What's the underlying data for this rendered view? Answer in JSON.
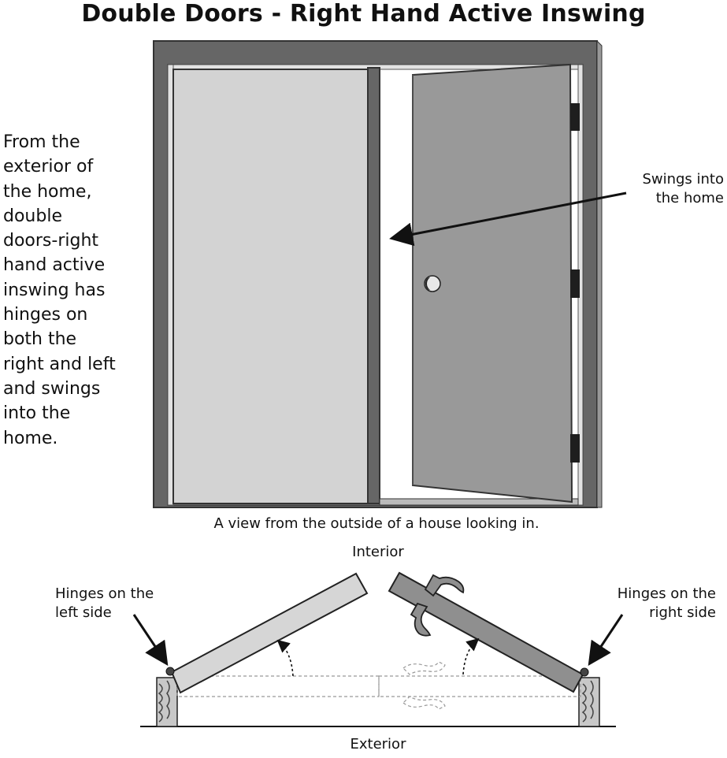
{
  "title": "Double Doors - Right Hand Active Inswing",
  "description_lines": [
    "From the",
    "exterior of",
    "the home,",
    "double",
    "doors-right",
    "hand active",
    "inswing has",
    "hinges on",
    "both the",
    "right and left",
    "and swings",
    "into the",
    "home."
  ],
  "callout_swings": [
    "Swings into",
    "the home"
  ],
  "caption": "A view from the outside of a house looking in.",
  "label_interior": "Interior",
  "label_exterior": "Exterior",
  "hinge_left": [
    "Hinges on the",
    "left side"
  ],
  "hinge_right": [
    "Hinges on the",
    "right side"
  ],
  "colors": {
    "frame": "#666666",
    "frame_outline": "#333333",
    "inactive_door": "#d3d3d3",
    "active_door": "#999999",
    "hinge": "#1e1e1e",
    "top_view_left_door": "#d6d6d6",
    "top_view_right_door": "#8f8f8f",
    "jamb_wood": "#c8c8c8"
  }
}
